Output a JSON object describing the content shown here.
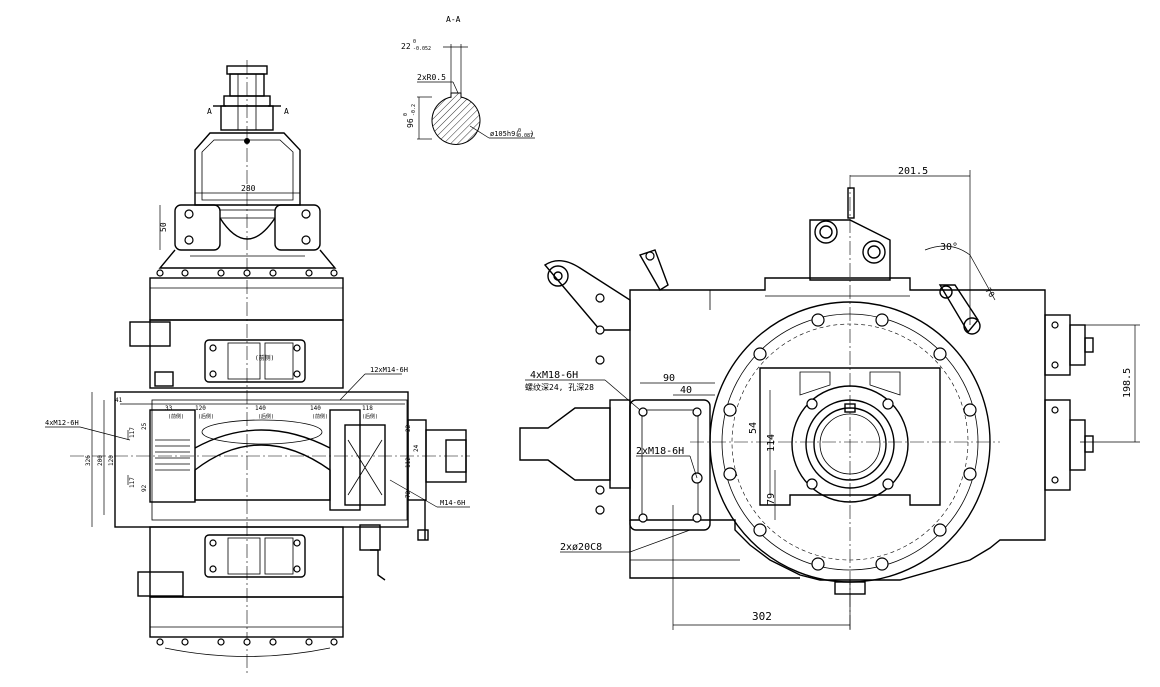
{
  "section": {
    "title": "A-A",
    "width_tol": "22",
    "width_tol_upper": "0",
    "width_tol_lower": "-0.052",
    "radius": "2xR0.5",
    "depth": "96",
    "depth_upper": "0",
    "depth_lower": "-0.2",
    "diameter": "ø105h9(",
    "diameter_upper": "0",
    "diameter_lower": "-0.087",
    "diameter_close": ")"
  },
  "front_view": {
    "section_mark_left": "A",
    "section_mark_right": "A",
    "dim_280": "280",
    "dim_50": "50",
    "thread_12x": "12xM14-6H",
    "thread_4x": "4xM12-6H",
    "thread_m14": "M14-6H",
    "dim_41": "41",
    "dim_92": "92",
    "dim_326": "326",
    "dim_200": "200",
    "dim_120": "120",
    "dim_25": "25",
    "dim_117": "117",
    "dim_117b": "117",
    "dim_33": "33",
    "dim_120b": "120",
    "dim_140": "140",
    "dim_140b": "140",
    "dim_118": "118",
    "dim_22": "22",
    "dim_24": "24",
    "dim_72": "72",
    "dim_112": "112",
    "front_label": "(前侧)",
    "rear_label": "(后侧)"
  },
  "side_view": {
    "dim_201_5": "201.5",
    "angle_30": "30°",
    "dim_70": "70",
    "dim_198_5": "198.5",
    "thread_4x_m18": "4xM18-6H",
    "thread_note": "螺纹深24, 孔深28",
    "dim_90": "90",
    "dim_40": "40",
    "dim_54": "54",
    "dim_114": "114",
    "thread_2x_m18": "2xM18-6H",
    "dim_79": "79",
    "hole_2x": "2xø20C8",
    "dim_302": "302"
  }
}
